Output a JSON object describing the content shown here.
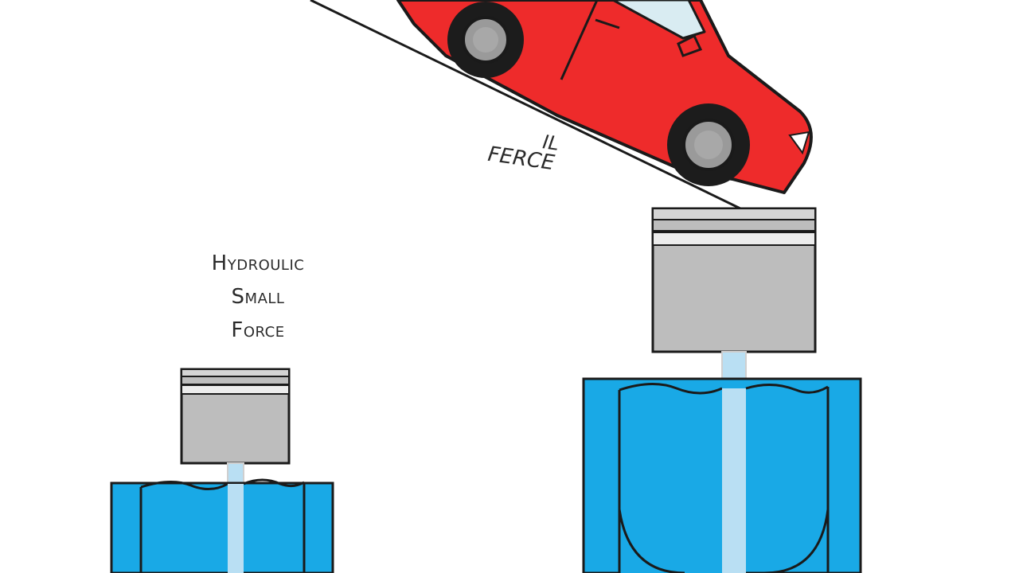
{
  "diagram": {
    "labels": {
      "hydraulic_line1": "Hydroulic",
      "hydraulic_line2": "Small",
      "hydraulic_line3": "Force",
      "force_top": "IL",
      "force_bottom": "FERCE"
    },
    "colors": {
      "car_body": "#ee2b2b",
      "car_outline": "#1a1a1a",
      "window": "#d9ecf2",
      "tire": "#1c1c1c",
      "hub": "#9a9a9a",
      "piston": "#bdbdbd",
      "piston_band": "#e6e6e6",
      "fluid": "#19a9e6",
      "fluid_dark": "#0f8cc7",
      "rod": "#b9dff3",
      "ramp": "#1a1a1a"
    },
    "icons": [
      "car-icon",
      "small-piston-icon",
      "large-piston-icon"
    ]
  }
}
